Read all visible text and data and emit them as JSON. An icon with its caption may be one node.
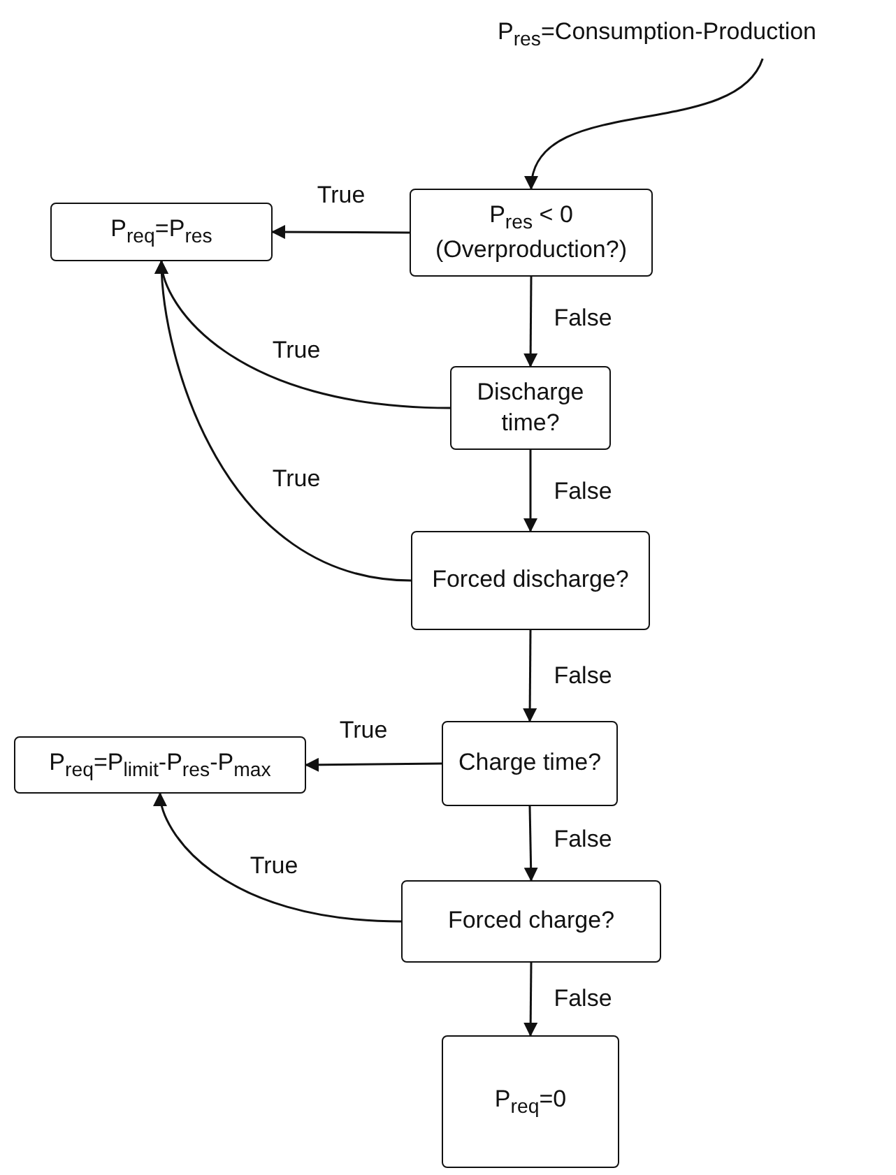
{
  "diagram": {
    "nodes": [
      {
        "text": [
          "P$_{res}$=Consumption-Production"
        ]
      },
      {
        "text": [
          "P$_{res}$ < 0 (Overproduction?)"
        ]
      },
      {
        "text": [
          "P$_{req}$=P$_{res}$"
        ]
      },
      {
        "text": [
          "Discharge time?"
        ]
      },
      {
        "text": [
          "Forced discharge?"
        ]
      },
      {
        "text": [
          "Charge time?"
        ]
      },
      {
        "text": [
          "P$_{req}$=P$_{limit}$-P$_{res}$-P$_{max}$"
        ]
      },
      {
        "text": [
          "Forced charge?"
        ]
      },
      {
        "text": [
          "P$_{req}$=0"
        ]
      }
    ],
    "edges": [
      {
        "from": 0,
        "to": 1,
        "arrow": "to"
      },
      {
        "from": 1,
        "to": 2,
        "arrow": "to",
        "label": "True"
      },
      {
        "from": 1,
        "to": 3,
        "arrow": "to",
        "label": "False"
      },
      {
        "from": 3,
        "to": 2,
        "arrow": "to",
        "label": "True"
      },
      {
        "from": 3,
        "to": 4,
        "arrow": "to",
        "label": "False"
      },
      {
        "from": 4,
        "to": 2,
        "arrow": "to",
        "label": "True"
      },
      {
        "from": 4,
        "to": 5,
        "arrow": "to",
        "label": "False"
      },
      {
        "from": 5,
        "to": 6,
        "arrow": "to",
        "label": "True"
      },
      {
        "from": 5,
        "to": 7,
        "arrow": "to",
        "label": "False"
      },
      {
        "from": 7,
        "to": 6,
        "arrow": "to",
        "label": "True"
      },
      {
        "from": 7,
        "to": 8,
        "arrow": "to",
        "label": "False"
      }
    ]
  }
}
